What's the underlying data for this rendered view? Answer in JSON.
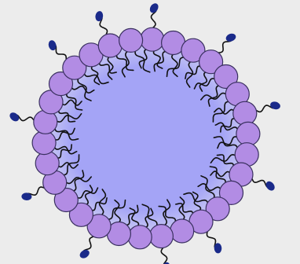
{
  "diagram": {
    "subject": "micelle",
    "head_count": 30,
    "colors": {
      "background": "#ececec",
      "core_center": "#a4a4f6",
      "core_edge": "#c9c9f2",
      "head_fill": "#b28ce4",
      "head_stroke": "#3a3060",
      "tail_stroke": "#111111",
      "tip_fill": "#1a2a8a"
    },
    "tail_tip_indices": [
      0,
      3,
      6,
      9,
      12,
      14,
      17,
      20,
      23,
      26,
      28
    ]
  }
}
